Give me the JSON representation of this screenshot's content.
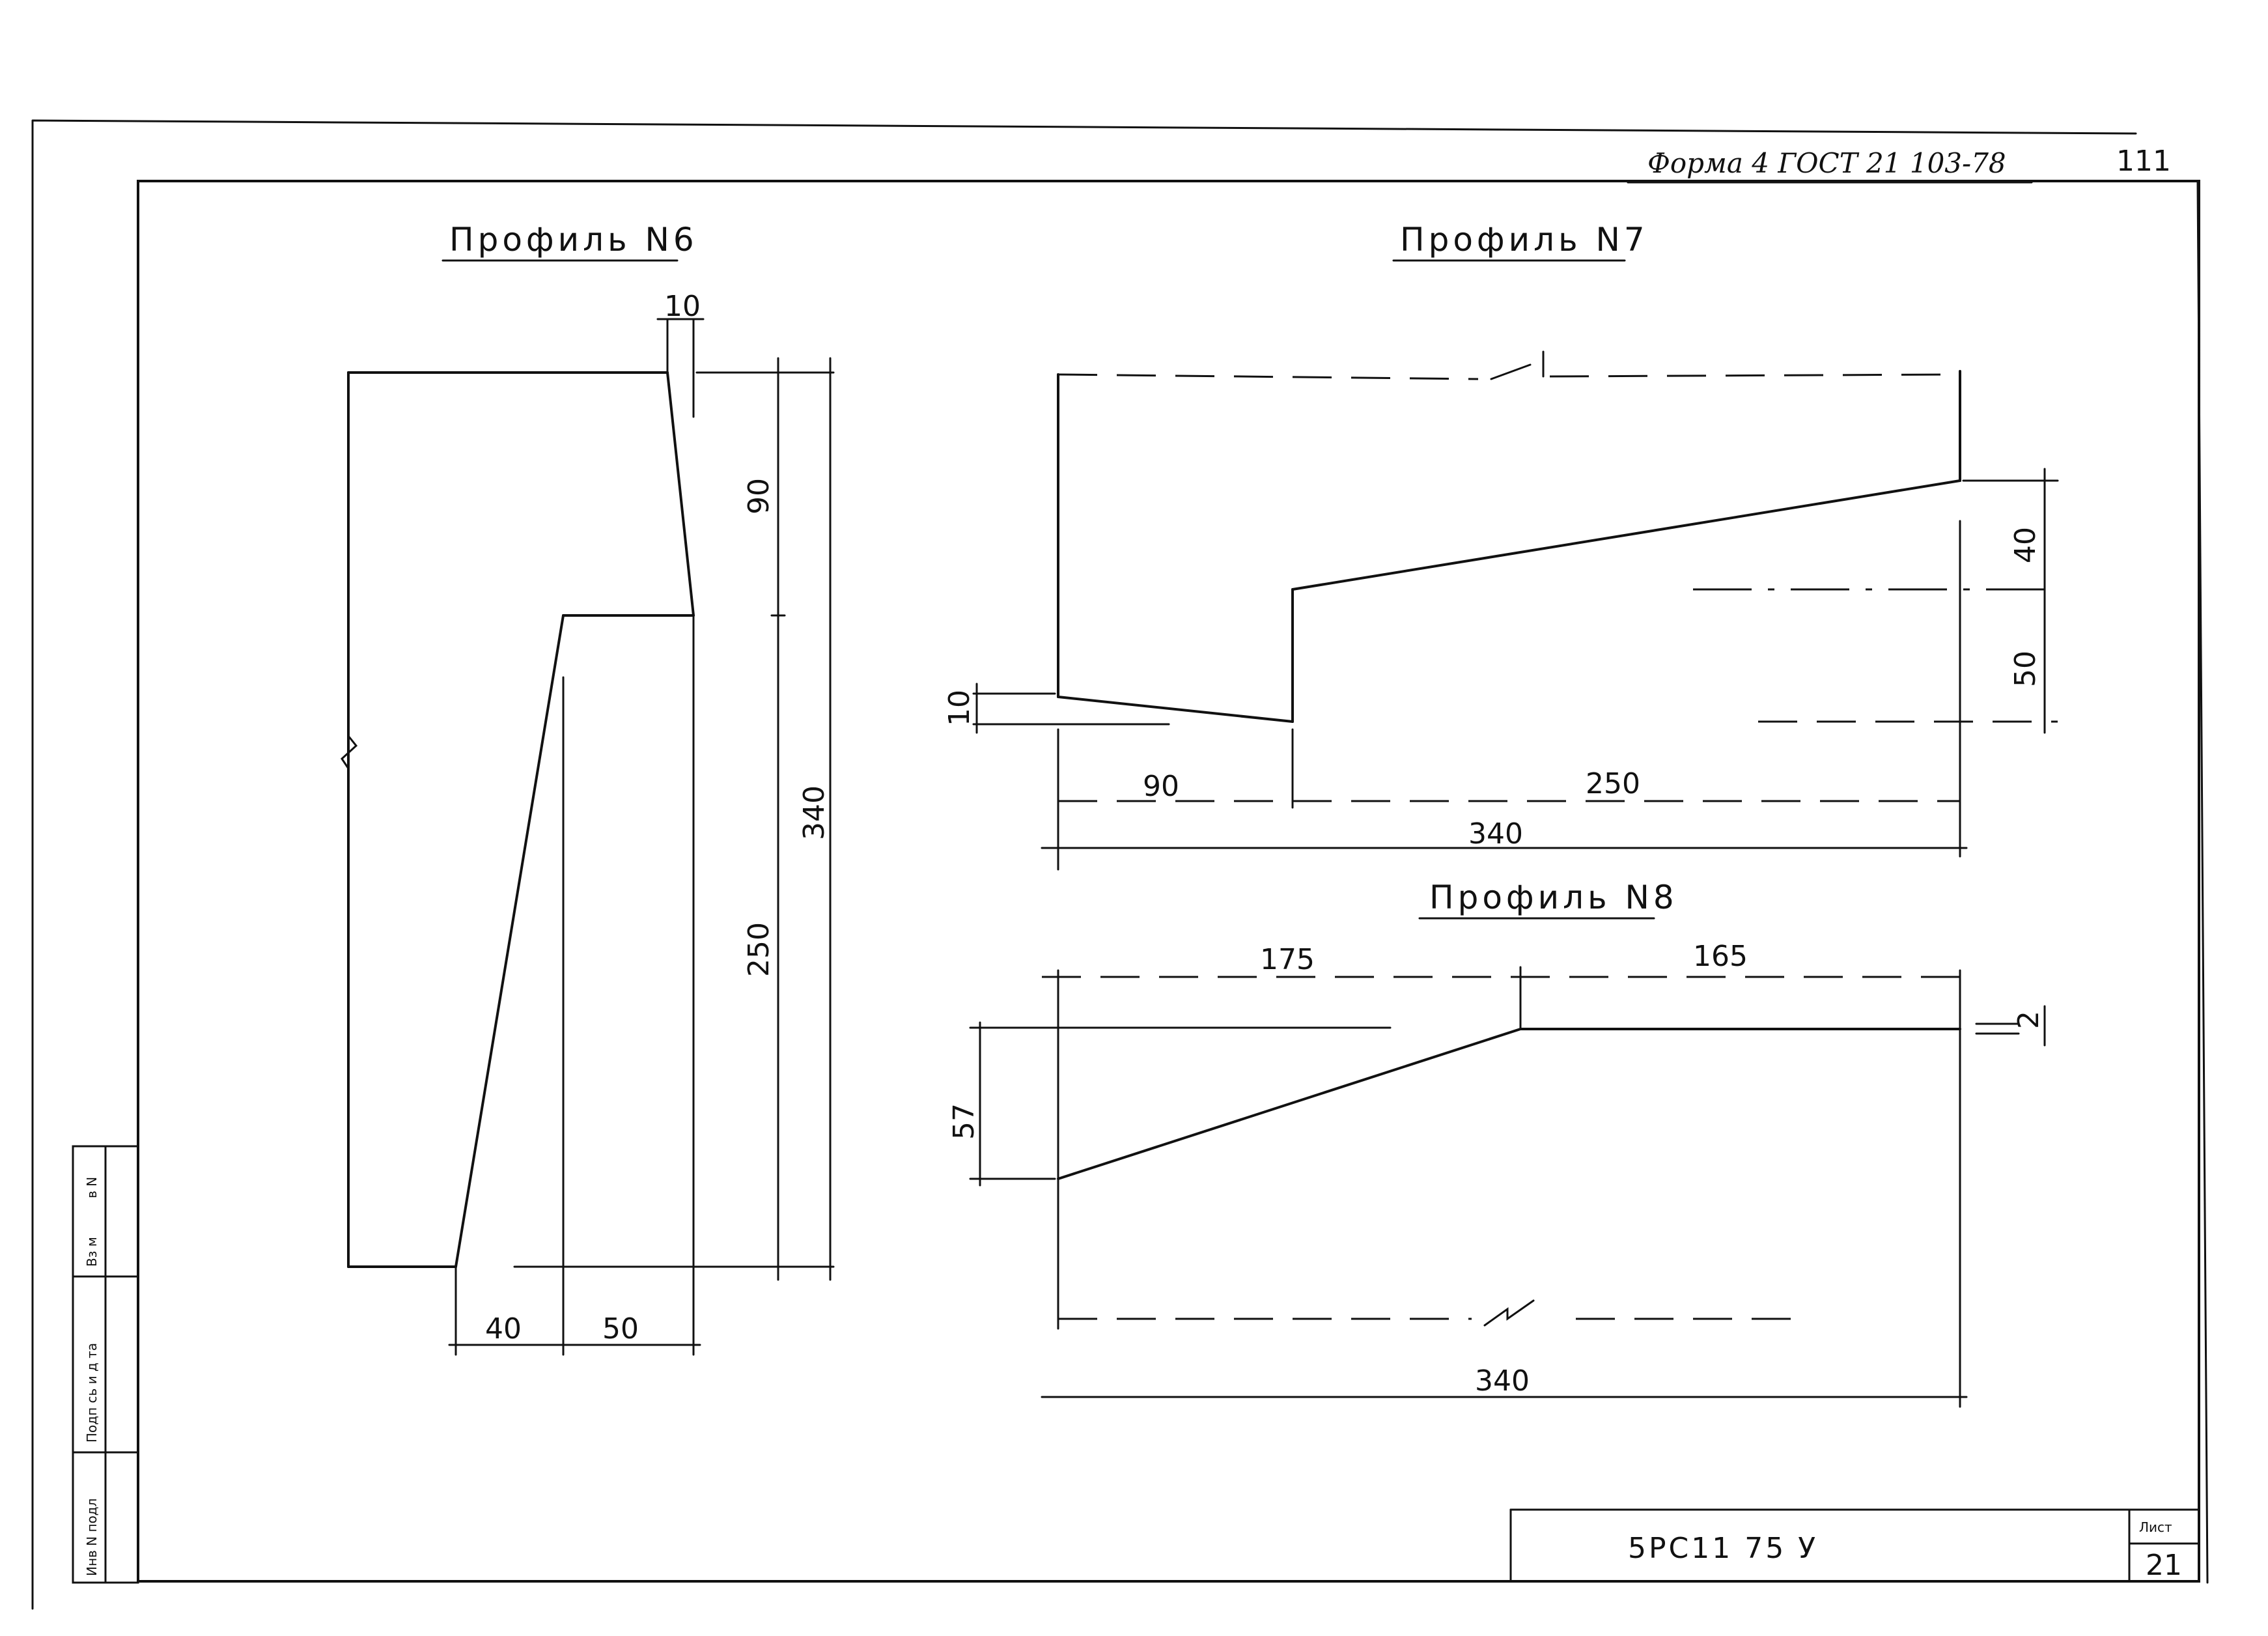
{
  "header": {
    "form_note": "Форма 4 ГОСТ 21 103-78",
    "page_number": "111"
  },
  "profile6": {
    "title": "Профиль N6",
    "dim_top_offset": "10",
    "dim_upper_height": "90",
    "dim_lower_height": "250",
    "dim_total_height": "340",
    "dim_bottom_left": "40",
    "dim_bottom_right": "50"
  },
  "profile7": {
    "title": "Профиль N7",
    "dim_left_step": "10",
    "dim_right_upper": "40",
    "dim_right_lower": "50",
    "dim_left_width": "90",
    "dim_right_width": "250",
    "dim_total_width": "340"
  },
  "profile8": {
    "title": "Профиль N8",
    "dim_left_width": "175",
    "dim_right_width": "165",
    "dim_left_height": "57",
    "dim_right_step": "2",
    "dim_total_width": "340"
  },
  "side_stamp": [
    "Инв N подл",
    "Подп сь и д та",
    "Вз м",
    "в N"
  ],
  "title_block": {
    "code": "5РС11 75 У",
    "sheet_label": "Лист",
    "sheet_number": "21"
  }
}
